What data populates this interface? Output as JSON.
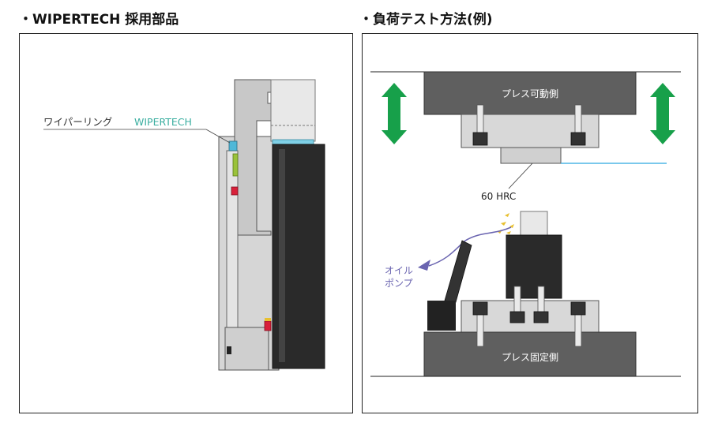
{
  "left": {
    "heading": "・WIPERTECH 採用部品",
    "callout_prefix": "ワイパーリング",
    "callout_brand": "WIPERTECH",
    "brand_color": "#3aaea0"
  },
  "right": {
    "heading": "・負荷テスト方法(例)",
    "upper_plate_label": "プレス可動側",
    "lower_plate_label": "プレス固定側",
    "hardness_label": "60 HRC",
    "oil_pump_line1": "オイル",
    "oil_pump_line2": "ポンプ",
    "arrow_color": "#17a04a",
    "pump_color": "#6a64b0",
    "line_color": "#2aa6e0"
  }
}
